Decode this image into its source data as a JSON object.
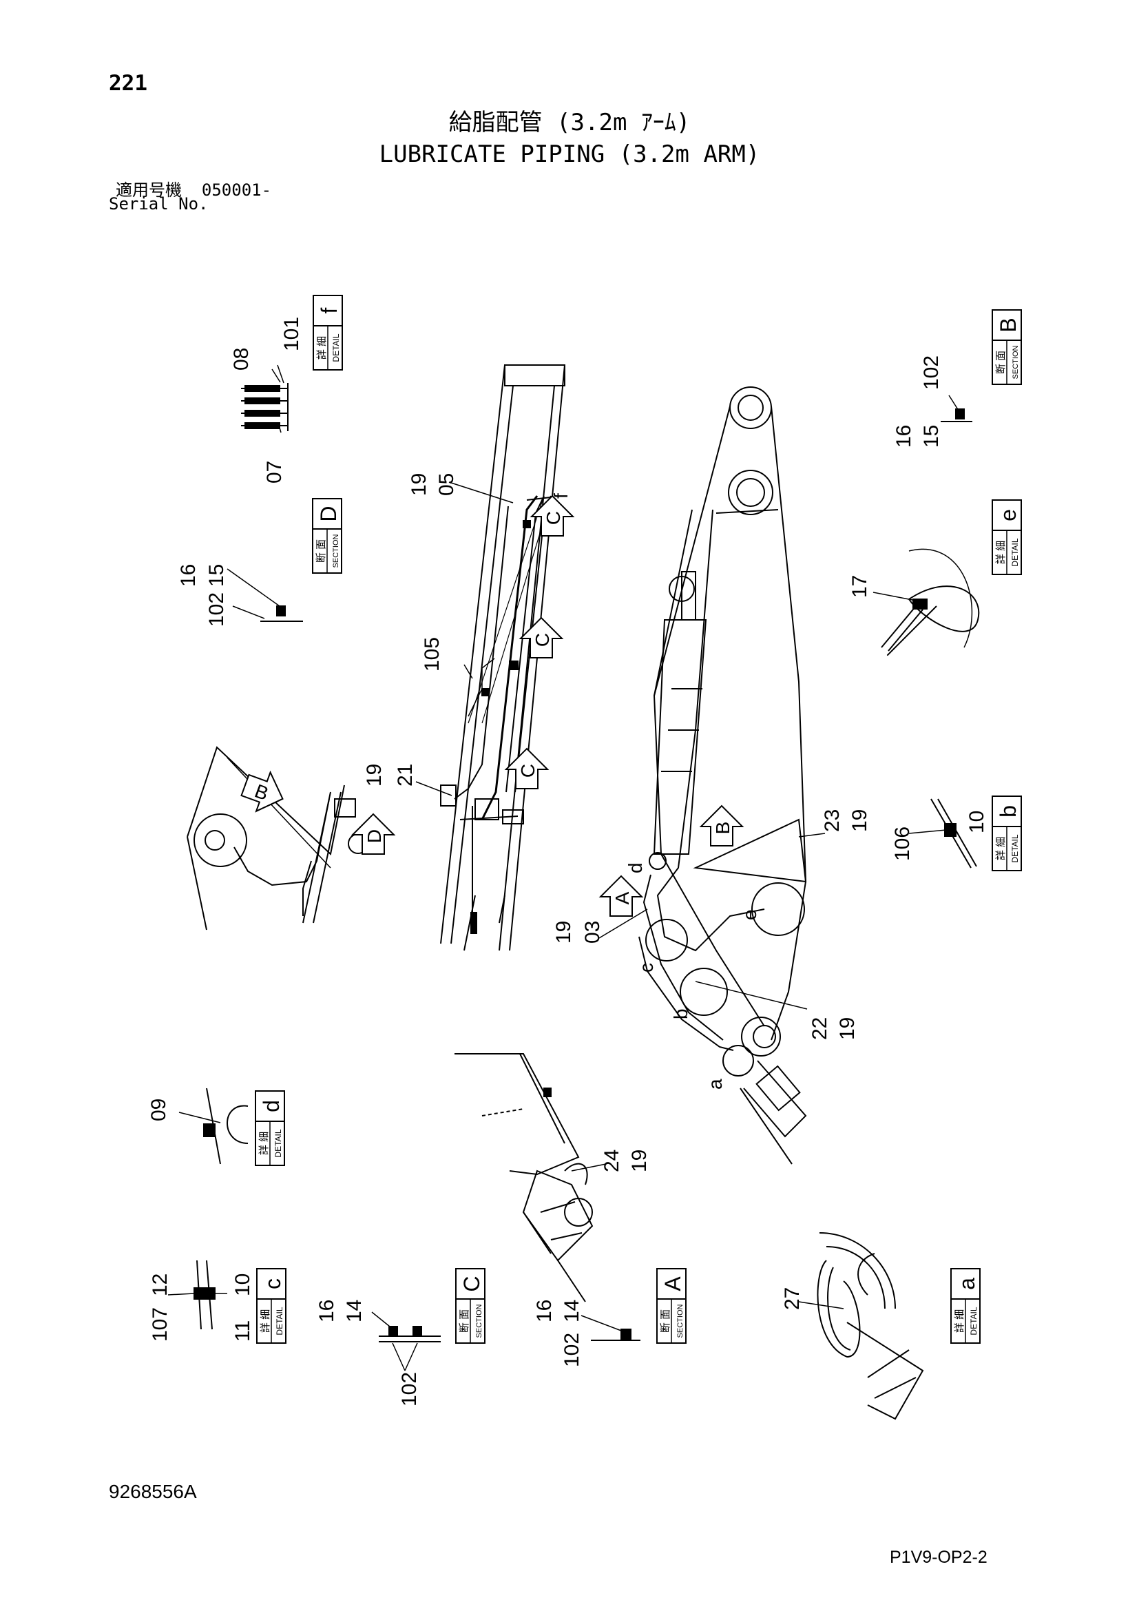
{
  "page": {
    "number": "221",
    "title_jp": "給脂配管 (3.2m ｱｰﾑ)",
    "title_en": "LUBRICATE PIPING (3.2m ARM)",
    "serial_label_jp": "適用号機",
    "serial_value": "050001-",
    "serial_label_en": "Serial No.",
    "document_number": "9268556A",
    "page_code": "P1V9-OP2-2"
  },
  "labels": {
    "detail_jp": "詳 細",
    "detail_en": "DETAIL",
    "section_jp": "断 面",
    "section_en": "SECTION"
  },
  "boxes": {
    "f": "f",
    "B": "B",
    "D": "D",
    "e": "e",
    "b": "b",
    "d": "d",
    "c": "c",
    "C": "C",
    "A": "A",
    "a": "a"
  },
  "view_arrows": {
    "c1": "C",
    "c2": "C",
    "c3": "C",
    "B1": "B",
    "D1": "D",
    "B2": "B",
    "A1": "A"
  },
  "view_letters": {
    "f": "f",
    "d": "d",
    "e": "e",
    "c": "c",
    "b": "b",
    "a": "a"
  },
  "callouts": {
    "f_101": "101",
    "f_08": "08",
    "f_07": "07",
    "B_102": "102",
    "B_16": "16",
    "B_15": "15",
    "D_16": "16",
    "D_15": "15",
    "D_102": "102",
    "main_19a": "19",
    "main_05": "05",
    "main_105": "105",
    "main_19b": "19",
    "main_21": "21",
    "e_17": "17",
    "b_106": "106",
    "b_10": "10",
    "boom_23": "23",
    "boom_19a": "19",
    "boom_19b": "19",
    "boom_03": "03",
    "boom_22": "22",
    "boom_19c": "19",
    "d_09": "09",
    "arm_24": "24",
    "arm_19": "19",
    "c_107": "107",
    "c_12": "12",
    "c_10": "10",
    "c_11": "11",
    "C_16": "16",
    "C_14": "14",
    "C_102": "102",
    "A_16": "16",
    "A_14": "14",
    "A_102": "102",
    "a_27": "27"
  }
}
